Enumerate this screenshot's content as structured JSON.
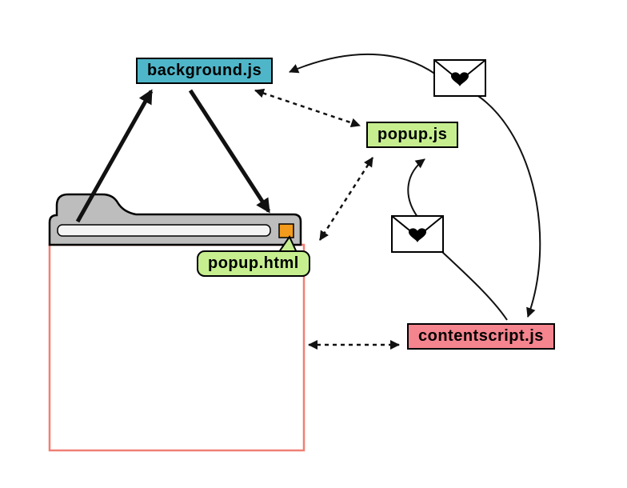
{
  "nodes": {
    "background": {
      "label": "background.js"
    },
    "popup_js": {
      "label": "popup.js"
    },
    "popup_html": {
      "label": "popup.html"
    },
    "contentscript": {
      "label": "contentscript.js"
    }
  },
  "icons": [
    {
      "name": "envelope-heart-icon-top",
      "meaning": "message"
    },
    {
      "name": "envelope-heart-icon-middle",
      "meaning": "message"
    }
  ],
  "colors": {
    "background_js_node": "#4fb6c9",
    "popup_nodes": "#c6ee8f",
    "contentscript_node": "#f4848e",
    "browser_chrome": "#bdbdbd",
    "extension_button": "#f39b1d",
    "window_border": "#f07f75",
    "arrows": "#111111"
  }
}
